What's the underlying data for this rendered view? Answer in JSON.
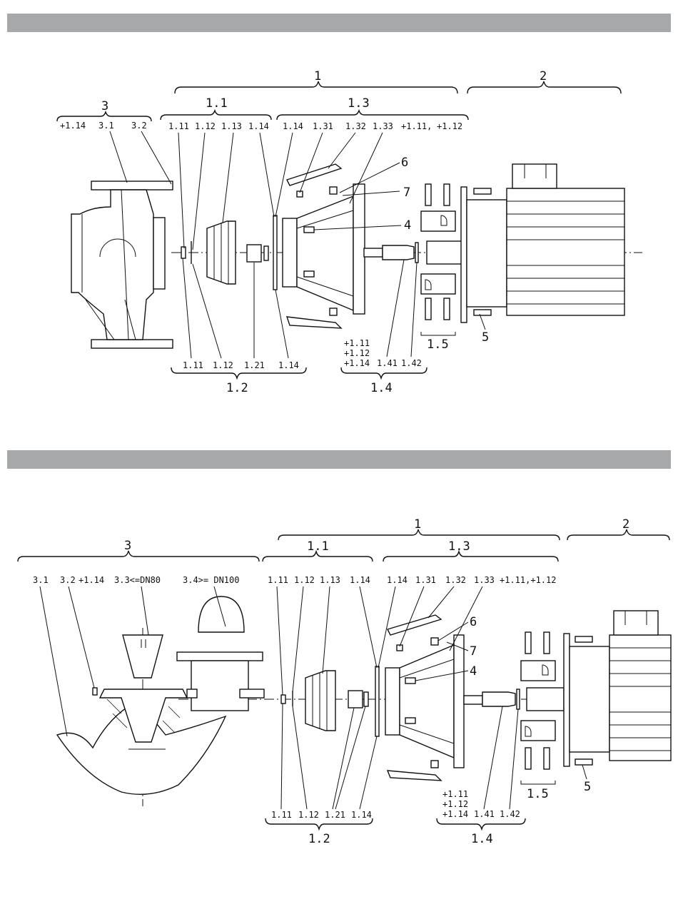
{
  "diagram_top": {
    "groups": {
      "g1": "1",
      "g2": "2",
      "g3": "3",
      "g11": "1.1",
      "g12": "1.2",
      "g13": "1.3",
      "g14": "1.4",
      "g15": "1.5"
    },
    "labels": {
      "p114": "+1.14",
      "p31": "3.1",
      "p32": "3.2",
      "a111": "1.11",
      "a112": "1.12",
      "a113": "1.13",
      "a114": "1.14",
      "b114": "1.14",
      "b131": "1.31",
      "b132": "1.32",
      "b133": "1.33",
      "b111": "+1.11,",
      "b112": "+1.12",
      "n6": "6",
      "n7": "7",
      "n4": "4",
      "n5": "5",
      "c111": "1.11",
      "c112": "1.12",
      "c121": "1.21",
      "c114": "1.14",
      "d111": "+1.11",
      "d112": "+1.12",
      "d114": "+1.14",
      "d141": "1.41",
      "d142": "1.42"
    }
  },
  "diagram_bottom": {
    "groups": {
      "g1": "1",
      "g2": "2",
      "g3": "3",
      "g11": "1.1",
      "g12": "1.2",
      "g13": "1.3",
      "g14": "1.4",
      "g15": "1.5"
    },
    "labels": {
      "p31": "3.1",
      "p32": "3.2",
      "p114": "+1.14",
      "p33": "3.3<=DN80",
      "p34": "3.4>= DN100",
      "a111": "1.11",
      "a112": "1.12",
      "a113": "1.13",
      "a114": "1.14",
      "b114": "1.14",
      "b131": "1.31",
      "b132": "1.32",
      "b133": "1.33",
      "b111": "+1.11,+1.12",
      "n6": "6",
      "n7": "7",
      "n4": "4",
      "n5": "5",
      "c111": "1.11",
      "c112": "1.12",
      "c121": "1.21",
      "c114": "1.14",
      "d111": "+1.11",
      "d112": "+1.12",
      "d114": "+1.14",
      "d141": "1.41",
      "d142": "1.42"
    }
  }
}
